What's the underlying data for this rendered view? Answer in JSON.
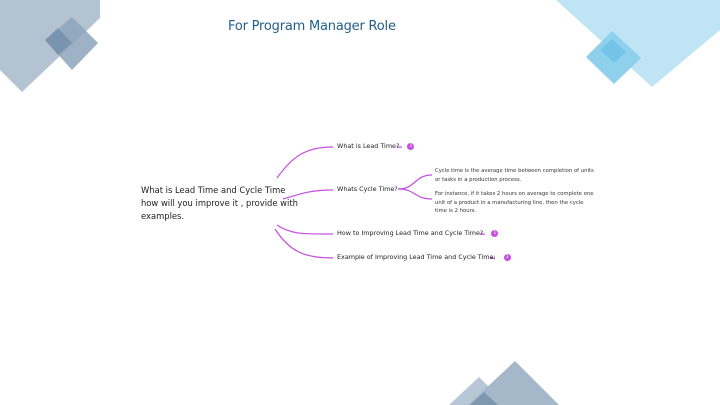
{
  "slide": {
    "title": "For Program Manager Role"
  },
  "mindmap": {
    "central_topic": "What is Lead Time and Cycle Time how will you improve it , provide with examples.",
    "branches": [
      {
        "label": "What is Lead Time?",
        "badge": "1"
      },
      {
        "label": "Whats Cycle Time?"
      },
      {
        "label": "How to Improving Lead Time and Cycle Time?",
        "badge": "1"
      },
      {
        "label": "Example of Improving Lead Time and Cycle Time:",
        "badge": "3"
      }
    ],
    "cycle_time_details": [
      "Cycle time is the average time between completion of units or tasks in a production process.",
      "For instance, if it takes 2 hours on average to complete one unit of a product in a manufacturing line, then the cycle time is 2 hours."
    ]
  },
  "colors": {
    "connector": "#c44fe0",
    "title": "#1f5f8b",
    "deco_gray_blue": "#9fb3c8",
    "deco_light_blue": "#8fd0ec"
  }
}
